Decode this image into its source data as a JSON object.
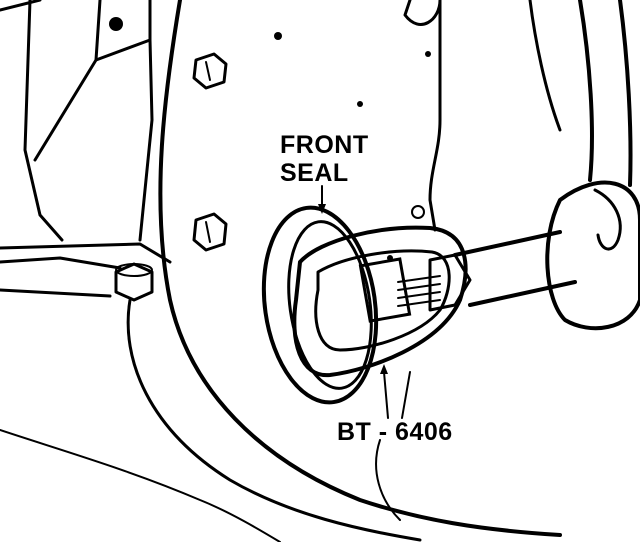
{
  "labels": {
    "front_seal_line1": "FRONT",
    "front_seal_line2": "SEAL",
    "tool_number": "BT - 6406"
  },
  "colors": {
    "ink": "#000000",
    "paper": "#ffffff"
  }
}
